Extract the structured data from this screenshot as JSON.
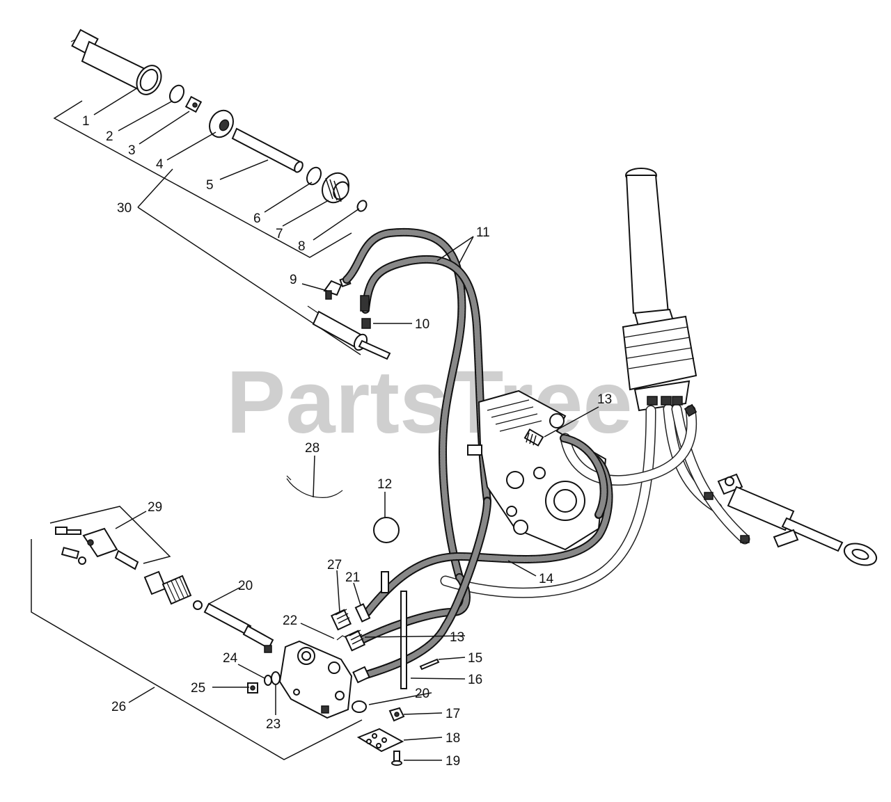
{
  "watermark": "PartsTree",
  "callouts": {
    "c1": "1",
    "c2": "2",
    "c3": "3",
    "c4": "4",
    "c5": "5",
    "c6": "6",
    "c7": "7",
    "c8": "8",
    "c9": "9",
    "c10": "10",
    "c11": "11",
    "c12": "12",
    "c13a": "13",
    "c13b": "13",
    "c14": "14",
    "c15": "15",
    "c16": "16",
    "c17": "17",
    "c18": "18",
    "c19": "19",
    "c20a": "20",
    "c20b": "20",
    "c21": "21",
    "c22": "22",
    "c23": "23",
    "c24": "24",
    "c25": "25",
    "c26": "26",
    "c27": "27",
    "c28": "28",
    "c29": "29",
    "c30": "30"
  }
}
